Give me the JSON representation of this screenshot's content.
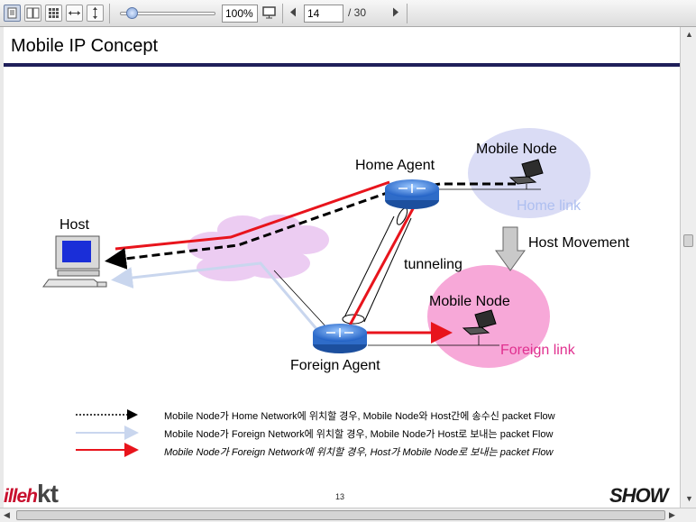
{
  "toolbar": {
    "zoom_value": "100%",
    "page_current": "14",
    "page_total": "/ 30",
    "icons": [
      "single-page-icon",
      "two-page-icon",
      "thumbnail-grid-icon",
      "fit-width-icon",
      "fit-height-icon",
      "fullscreen-icon",
      "prev-page-icon",
      "next-page-icon"
    ],
    "zoom_slider_level": 0.12
  },
  "slide": {
    "title": "Mobile IP Concept",
    "labels": {
      "host": "Host",
      "home_agent": "Home Agent",
      "mobile_node_home": "Mobile Node",
      "home_link": "Home link",
      "host_movement": "Host Movement",
      "tunneling": "tunneling",
      "mobile_node_foreign": "Mobile Node",
      "foreign_agent": "Foreign Agent",
      "foreign_link": "Foreign link"
    },
    "legend": [
      {
        "style": "black-dotted",
        "text": "Mobile Node가 Home Network에 위치할 경우, Mobile Node와 Host간에 송수신 packet Flow"
      },
      {
        "style": "light-blue",
        "text": "Mobile Node가 Foreign Network에 위치할 경우, Mobile Node가 Host로 보내는 packet Flow"
      },
      {
        "style": "red",
        "text": "Mobile Node가 Foreign Network에 위치할 경우, Host가 Mobile Node로 보내는 packet  Flow"
      }
    ],
    "page_number": "13",
    "logo_left_prefix": "illeh",
    "logo_left_main": "kt",
    "logo_right": "SHOW"
  },
  "colors": {
    "title_rule": "#1f1f5a",
    "red_flow": "#e8141c",
    "blue_flow": "#c9d6ee",
    "home_cloud": "#dadcf5",
    "foreign_cloud": "#f7a8d8",
    "internet_cloud": "#ecccf2",
    "router": "#3f7fd8",
    "home_link_text": "#aebff0",
    "foreign_link_text": "#e0308f"
  }
}
